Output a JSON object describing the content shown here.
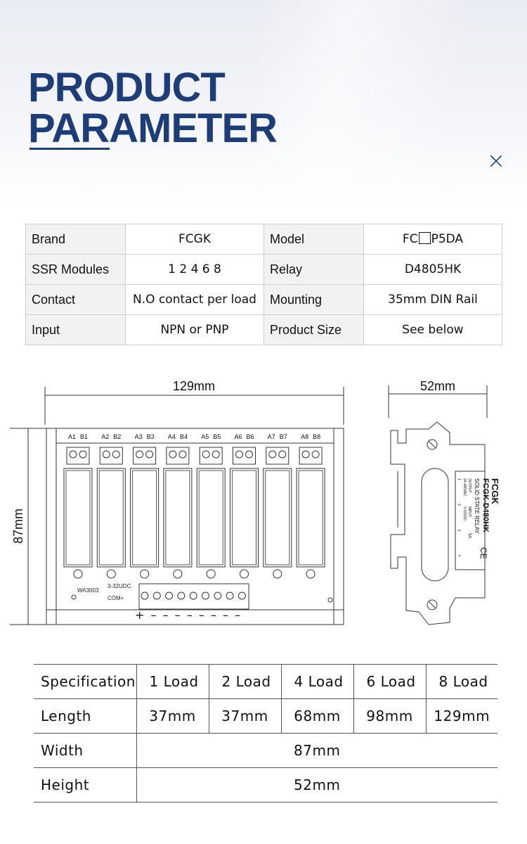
{
  "header": {
    "title_line1": "PRODUCT",
    "title_line2": "PARAMETER",
    "close_glyph": "×"
  },
  "params": {
    "rows": [
      {
        "label1": "Brand",
        "value1": "FCGK",
        "label2": "Model",
        "value2_prefix": "FC",
        "value2_suffix": "P5DA"
      },
      {
        "label1": "SSR Modules",
        "value1": "1 2 4 6 8",
        "label2": "Relay",
        "value2": "D4805HK"
      },
      {
        "label1": "Contact",
        "value1": "N.O contact per load",
        "label2": "Mounting",
        "value2": "35mm DIN Rail"
      },
      {
        "label1": "Input",
        "value1": "NPN or PNP",
        "label2": "Product Size",
        "value2": "See below"
      }
    ]
  },
  "drawing": {
    "width_label": "129mm",
    "height_label": "87mm",
    "side_width_label": "52mm",
    "channels": [
      "A1",
      "B1",
      "A2",
      "B2",
      "A3",
      "B3",
      "A4",
      "B4",
      "A5",
      "B5",
      "A6",
      "B6",
      "A7",
      "B7",
      "A8",
      "B8"
    ],
    "board_code": "WA3003",
    "input_voltage": "3-32UDC",
    "com_label": "COM+",
    "polarity": "+ – – – – – – – –",
    "side": {
      "brand": "FCGK",
      "model": "FCGK-D480HK",
      "type": "SOLID STATE RELAY",
      "output": "OUTPUT",
      "output_range": "24-480VAC",
      "input": "INPUT",
      "input_range": "3-32VDC",
      "current": "5A",
      "mark": "CE",
      "pins": "1 2 3 4"
    }
  },
  "spec": {
    "header": [
      "Specification",
      "1 Load",
      "2 Load",
      "4 Load",
      "6 Load",
      "8 Load"
    ],
    "length": {
      "label": "Length",
      "values": [
        "37mm",
        "37mm",
        "68mm",
        "98mm",
        "129mm"
      ]
    },
    "width": {
      "label": "Width",
      "value": "87mm"
    },
    "height": {
      "label": "Height",
      "value": "52mm"
    }
  }
}
